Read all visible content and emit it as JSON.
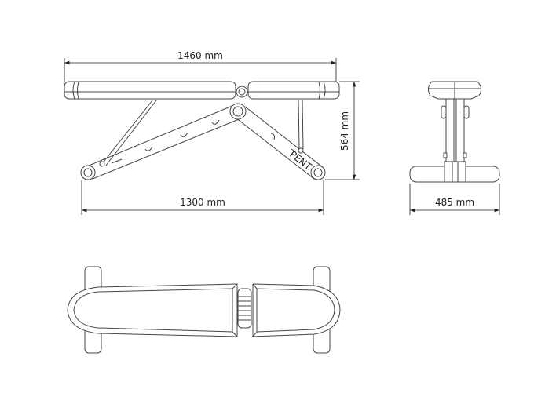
{
  "drawing": {
    "side_view": {
      "overall_length": "1460 mm",
      "height": "564 mm",
      "base_length": "1300 mm",
      "brand_mark": "PENT."
    },
    "front_view": {
      "width": "485 mm"
    },
    "top_view": {}
  }
}
